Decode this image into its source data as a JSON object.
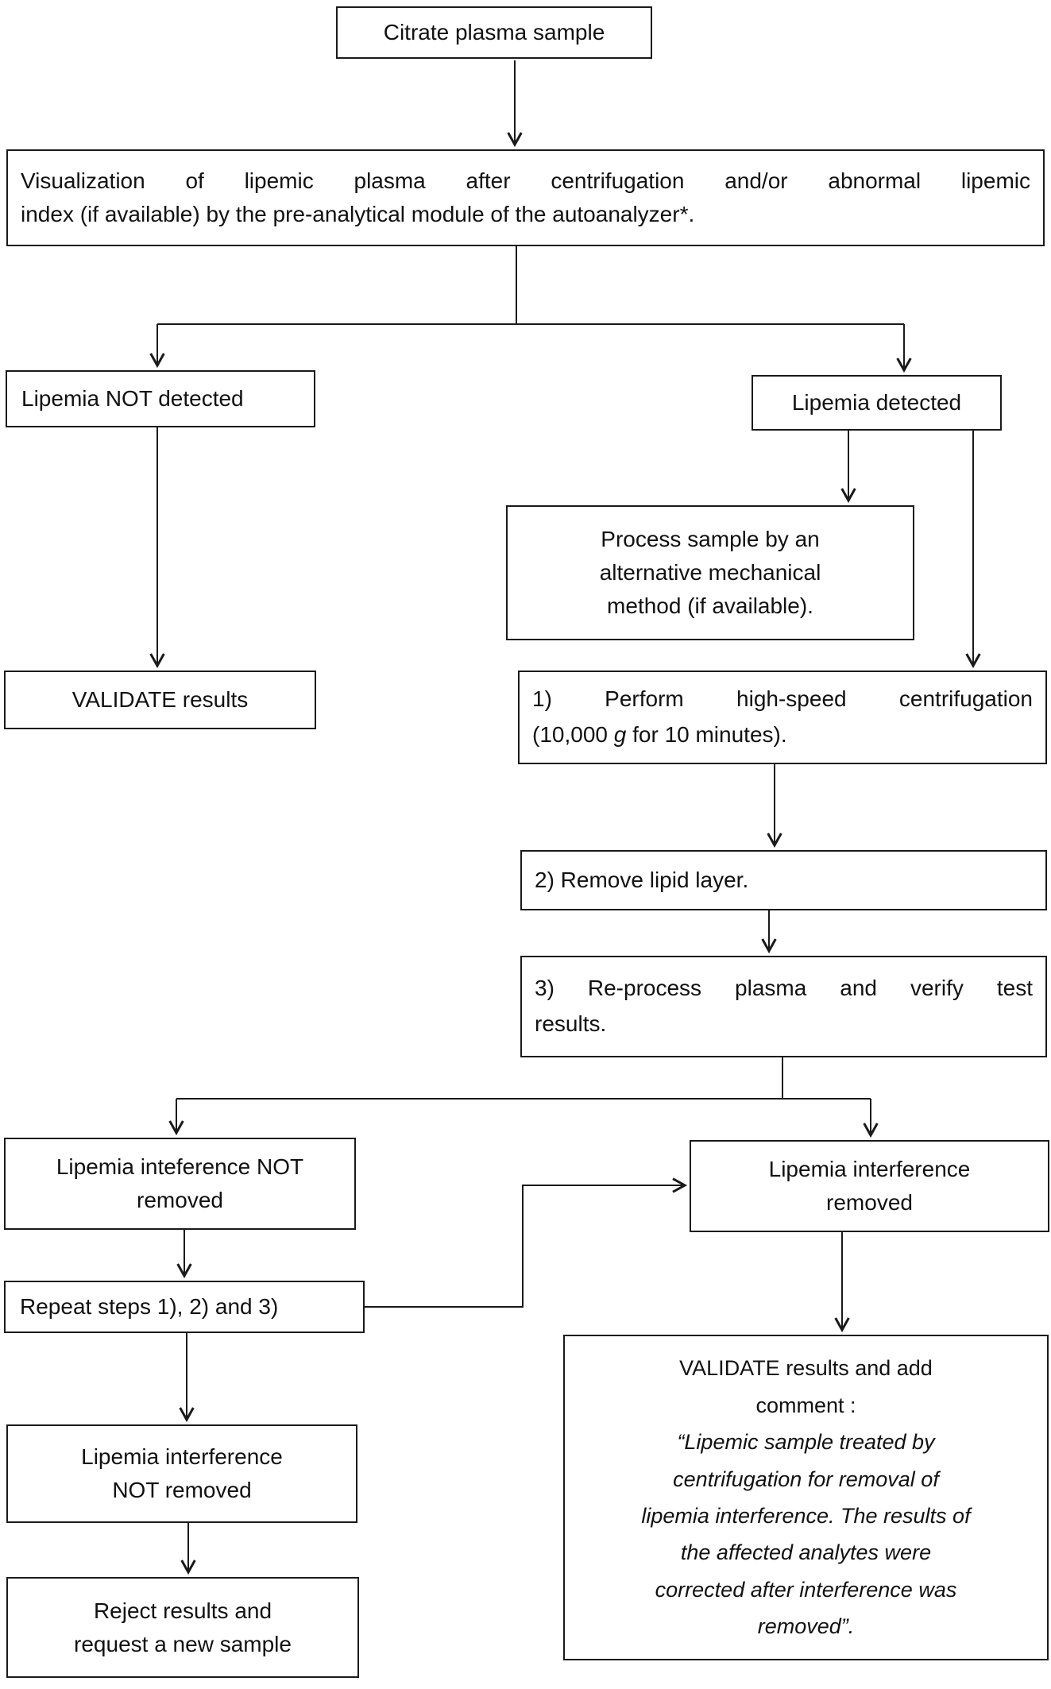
{
  "nodes": {
    "citrate": {
      "text": "Citrate plasma sample"
    },
    "visualization": {
      "lines": [
        "Visualization of lipemic plasma after centrifugation and/or abnormal lipemic",
        "index (if available) by the pre-analytical module of the autoanalyzer*."
      ]
    },
    "lipemia_not_detected": {
      "text": "Lipemia NOT detected"
    },
    "lipemia_detected": {
      "text": "Lipemia detected"
    },
    "process_alternative": {
      "lines": [
        "Process sample by an",
        "alternative mechanical",
        "method (if available)."
      ]
    },
    "validate_results": {
      "text": "VALIDATE results"
    },
    "step1": {
      "line1": "1) Perform high-speed centrifugation",
      "line2_pre": "(10,000 ",
      "line2_italic": "g",
      "line2_post": " for 10 minutes)."
    },
    "step2": {
      "text": "2) Remove lipid layer."
    },
    "step3": {
      "line1": "3) Re-process plasma and verify test",
      "line2": "results."
    },
    "interference_not_removed_first": {
      "lines": [
        "Lipemia inteference NOT",
        "removed"
      ]
    },
    "interference_removed": {
      "lines": [
        "Lipemia interference",
        "removed"
      ]
    },
    "repeat_steps": {
      "text": "Repeat steps 1), 2) and 3)"
    },
    "interference_not_removed_second": {
      "lines": [
        "Lipemia interference",
        "NOT removed"
      ]
    },
    "reject_results": {
      "lines": [
        "Reject results and",
        "request a new sample"
      ]
    },
    "validate_comment": {
      "head_lines": [
        "VALIDATE results and add",
        "comment :"
      ],
      "quote_lines": [
        "“Lipemic sample treated by",
        "centrifugation for removal of",
        "lipemia interference. The results of",
        "the affected analytes were",
        "corrected after interference was",
        "removed”."
      ]
    }
  }
}
